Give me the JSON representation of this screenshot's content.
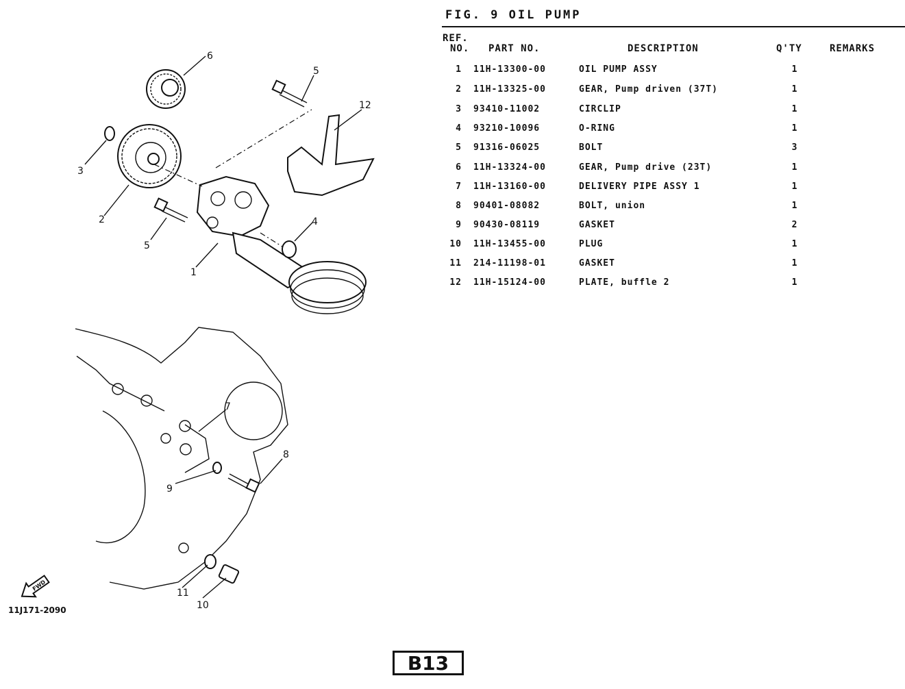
{
  "title": "FIG. 9 OIL PUMP",
  "table": {
    "headers": {
      "ref_line1": "REF.",
      "ref_line2": "NO.",
      "part_no": "PART NO.",
      "description": "DESCRIPTION",
      "qty": "Q'TY",
      "remarks": "REMARKS"
    },
    "rows": [
      {
        "ref": "1",
        "part": "11H-13300-00",
        "desc": "OIL PUMP ASSY",
        "qty": "1"
      },
      {
        "ref": "2",
        "part": "11H-13325-00",
        "desc": "GEAR, Pump driven (37T)",
        "qty": "1"
      },
      {
        "ref": "3",
        "part": "93410-11002",
        "desc": "CIRCLIP",
        "qty": "1"
      },
      {
        "ref": "4",
        "part": "93210-10096",
        "desc": "O-RING",
        "qty": "1"
      },
      {
        "ref": "5",
        "part": "91316-06025",
        "desc": "BOLT",
        "qty": "3"
      },
      {
        "ref": "6",
        "part": "11H-13324-00",
        "desc": "GEAR, Pump drive (23T)",
        "qty": "1"
      },
      {
        "ref": "7",
        "part": "11H-13160-00",
        "desc": "DELIVERY PIPE ASSY 1",
        "qty": "1"
      },
      {
        "ref": "8",
        "part": "90401-08082",
        "desc": "BOLT, union",
        "qty": "1"
      },
      {
        "ref": "9",
        "part": "90430-08119",
        "desc": "GASKET",
        "qty": "2"
      },
      {
        "ref": "10",
        "part": "11H-13455-00",
        "desc": "PLUG",
        "qty": "1"
      },
      {
        "ref": "11",
        "part": "214-11198-01",
        "desc": "GASKET",
        "qty": "1"
      },
      {
        "ref": "12",
        "part": "11H-15124-00",
        "desc": "PLATE, buffle 2",
        "qty": "1"
      }
    ]
  },
  "diagram": {
    "callouts": [
      "1",
      "2",
      "3",
      "4",
      "5",
      "5",
      "6",
      "7",
      "8",
      "9",
      "10",
      "11",
      "12"
    ],
    "arrow_label": "FWD",
    "code": "11J171-2090"
  },
  "page_label": "B13"
}
